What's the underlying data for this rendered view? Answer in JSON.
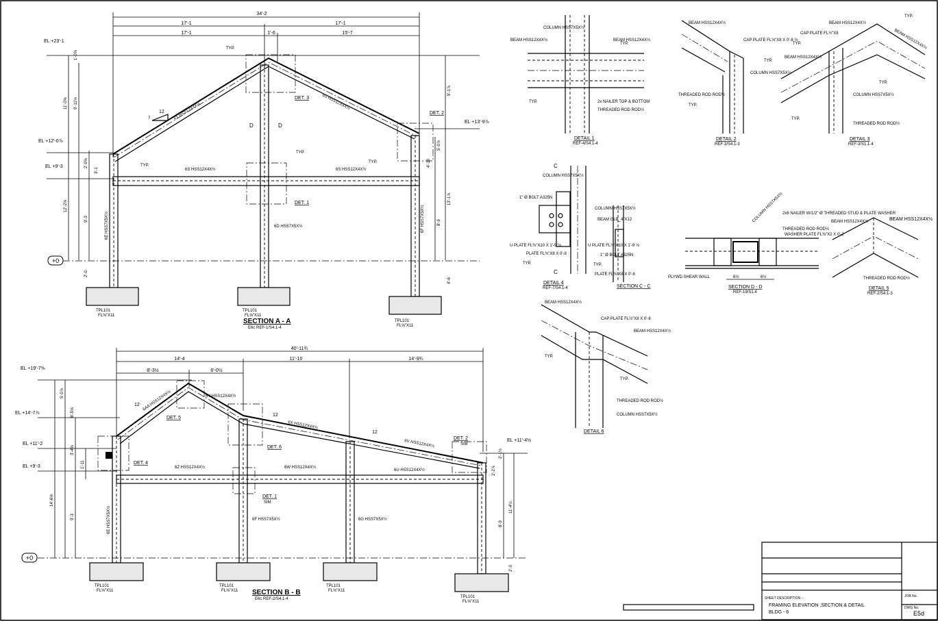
{
  "section_a": {
    "title": "SECTION A - A",
    "ref": "E6c REF-1/S4.1-4",
    "dims_top": [
      "34'-2",
      "17'-1",
      "17'-1",
      "17'-1",
      "1'-6",
      "15'-7"
    ],
    "elevations": [
      "EL +23'-1",
      "EL +12'-0⅞",
      "EL +9'-3",
      "EL +13'-9⅞"
    ],
    "datum": "+0",
    "dims_side": [
      "11'-0⅝",
      "9'-11⅛",
      "1'-0⅝",
      "2'-9⅝",
      "3'-1",
      "12'-2⅝",
      "9'-3",
      "2'-0",
      "9'-1⅞",
      "5'-0⅞",
      "4'-10",
      "8'-9",
      "13'-1⅞",
      "4'-6"
    ],
    "members": [
      "6T HSS12X4X½",
      "6S HSS12X4X½",
      "6S HSS12X4X½",
      "6S HSS12X4X½",
      "6D HSS7X5X½",
      "6E HSS7X5X½",
      "6F HSS7X5X½"
    ],
    "slope": [
      "12",
      "7"
    ],
    "callouts": [
      "DET. 3",
      "DET. 2",
      "DET. 1",
      "D",
      "D",
      "TYP.",
      "TYP.",
      "TYP.",
      "TYP."
    ],
    "footings": [
      {
        "name": "TPL101",
        "size": "FL⅝\"X11"
      },
      {
        "name": "TPL101",
        "size": "FL⅝\"X11"
      },
      {
        "name": "TPL101",
        "size": "FL⅝\"X11"
      }
    ]
  },
  "section_b": {
    "title": "SECTION B - B",
    "ref": "E6c REF-2/S4.1-4",
    "dims_top": [
      "40'-11¾",
      "14'-4",
      "11'-10",
      "14'-9¾",
      "8'-3½",
      "6'-0½"
    ],
    "elevations": [
      "EL +19'-7⅝",
      "EL +14'-7⅞",
      "EL +11'-2",
      "EL +9'-3",
      "EL +11'-4½"
    ],
    "datum": "+0",
    "dims_side": [
      "5'-0⅞",
      "8'-5⅝",
      "3'-4⅝",
      "1'-11",
      "14'-6⅝",
      "9'-3",
      "2'-0",
      "2'-1½",
      "2'-2⅞",
      "11'-4½",
      "8'-9"
    ],
    "members": [
      "6AA HSS12X4X½",
      "6Y HSS12X4X½",
      "6X HSS12X4X½",
      "6V HSS12X4X½",
      "6Z HSS12X4X½",
      "6W HSS12X4X½",
      "6U HSS12X4X½",
      "6F HSS7X5X½",
      "6G HSS7X5X½",
      "6E HSS7X5X½"
    ],
    "slope": [
      "12",
      "12",
      "12"
    ],
    "callouts": [
      "DET. 5",
      "DET. 6",
      "DET. 4",
      "DET. 1",
      "SIM",
      "DET. 2",
      "SIM"
    ],
    "footings": [
      {
        "name": "TPL101",
        "size": "FL⅝\"X11"
      },
      {
        "name": "TPL101",
        "size": "FL⅝\"X11"
      },
      {
        "name": "TPL101",
        "size": "FL⅝\"X11"
      },
      {
        "name": "TPL101",
        "size": "FL⅝\"X11"
      }
    ]
  },
  "details": {
    "d1": {
      "title": "DETAIL 1",
      "ref": "REF-4/S4.1-4",
      "notes": [
        "COLUMN HSS7X5X½",
        "BEAM HSS12X4X½",
        "BEAM HSS12X4X½",
        "2x NAILER TOP & BOTTOM",
        "THREADED ROD ROD½",
        "TYP.",
        "TYP."
      ]
    },
    "d2": {
      "title": "DETAIL 2",
      "ref": "REF-3/S4.1-3",
      "notes": [
        "BEAM HSS12X4X½",
        "CAP PLATE FL⅝\"X8 X 0'-8 ⅛",
        "COLUMN HSS7X5X½",
        "THREADED ROD ROD½",
        "TYP.",
        "TYP."
      ]
    },
    "d3": {
      "title": "DETAIL 3",
      "ref": "REF-3/S1.1-4",
      "notes": [
        "CAP PLATE FL½\"X8",
        "BEAM HSS12X4X½",
        "BEAM HSS12X4X½",
        "BEAM HSS12X4X½",
        "COLUMN HSS7X5X½",
        "THREADED ROD ROD½",
        "TYP.",
        "TYP.",
        "TYP.",
        "TYP."
      ]
    },
    "d4": {
      "title": "DETAIL 4",
      "ref": "REF-7/S4.1-4",
      "notes": [
        "COLUMN HSS7X5X½",
        "1\" Ø BOLT A325N",
        "U PLATE FL⅜\"X10 X 1'-9 ⅛",
        "PLATE FL⅜\"X8 X 0'-8",
        "TYP.",
        "C",
        "C"
      ]
    },
    "sc": {
      "title": "SECTION C - C",
      "notes": [
        "COLUMN HSS7X5X½",
        "BEAM GLB_4\"X12",
        "U PLATE FL½\"X10 X 1'-9 ⅛",
        "1\" Ø BOLT A325N",
        "TYP.",
        "PLATE FL⅜\"X8 X 0'-8"
      ]
    },
    "sd": {
      "title": "SECTION D - D",
      "ref": "REF-19/S1.4",
      "notes": [
        "COLUMN HSS7X5X½",
        "2x6 NAILER W/1/2\" Ø THREADED STUD & PLATE WASHER",
        "THREADED ROD ROD½",
        "WASHER PLATE FL⅜\"X2 X 0'-2",
        "PLYWD.SHEAR WALL",
        "6½",
        "6½"
      ]
    },
    "d5": {
      "title": "DETAIL 5",
      "ref": "REF-2/S4.1-3",
      "notes": [
        "BEAM HSS12X4X½",
        "BEAM HSS12X4X½",
        "THREADED ROD ROD½"
      ]
    },
    "d6": {
      "title": "DETAIL 6",
      "notes": [
        "BEAM HSS12X4X½",
        "CAP PLATE FL½\"X8 X 0'-8",
        "BEAM HSS12X4X½",
        "THREADED ROD ROD½",
        "COLUMN HSS7X5X½",
        "TYP.",
        "TYP."
      ]
    }
  },
  "title_block": {
    "sheet_desc_label": "SHEET DESCRIPTION :-",
    "desc_line1": "FRAMING ELEVATION ,SECTION & DETAIL",
    "desc_line2": "BLDG - 6",
    "job_label": "JOB No.",
    "dwg_label": "DWG No.",
    "dwg_no": "E5d"
  }
}
